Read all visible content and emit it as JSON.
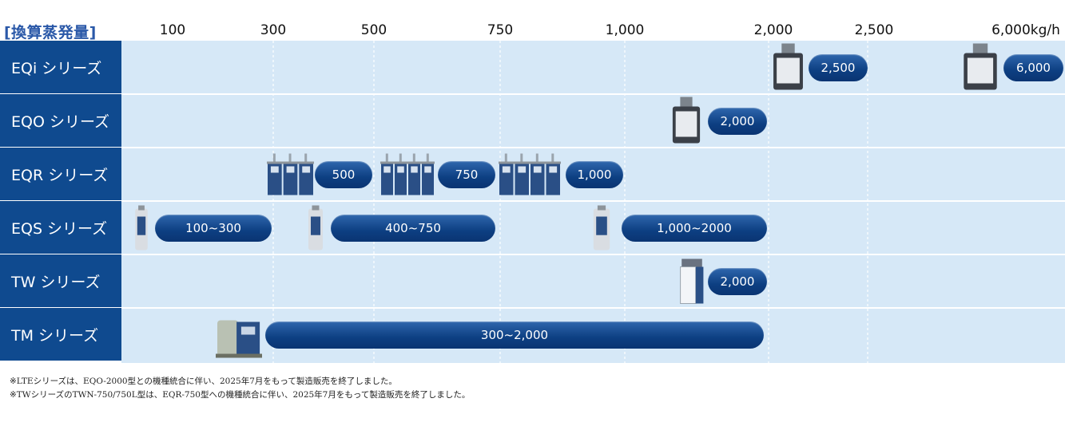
{
  "chart_data": {
    "type": "range",
    "ylabel": "[換算蒸発量]",
    "x_ticks": [
      "100",
      "300",
      "500",
      "750",
      "1,000",
      "2,000",
      "2,500",
      "6,000kg/h"
    ],
    "x_tick_values": [
      100,
      300,
      500,
      750,
      1000,
      2000,
      2500,
      6000
    ],
    "x_scale": "categorical",
    "grid": true,
    "series": [
      {
        "name": "EQi シリーズ",
        "ranges": [
          {
            "label": "2,500",
            "from": 2500,
            "to": 2500
          },
          {
            "label": "6,000",
            "from": 6000,
            "to": 6000
          }
        ]
      },
      {
        "name": "EQO シリーズ",
        "ranges": [
          {
            "label": "2,000",
            "from": 2000,
            "to": 2000
          }
        ]
      },
      {
        "name": "EQR シリーズ",
        "ranges": [
          {
            "label": "500",
            "from": 500,
            "to": 500
          },
          {
            "label": "750",
            "from": 750,
            "to": 750
          },
          {
            "label": "1,000",
            "from": 1000,
            "to": 1000
          }
        ]
      },
      {
        "name": "EQS シリーズ",
        "ranges": [
          {
            "label": "100~300",
            "from": 100,
            "to": 300
          },
          {
            "label": "400~750",
            "from": 400,
            "to": 750
          },
          {
            "label": "1,000~2000",
            "from": 1000,
            "to": 2000
          }
        ]
      },
      {
        "name": "TW シリーズ",
        "ranges": [
          {
            "label": "2,000",
            "from": 2000,
            "to": 2000
          }
        ]
      },
      {
        "name": "TM シリーズ",
        "ranges": [
          {
            "label": "300~2,000",
            "from": 300,
            "to": 2000
          }
        ]
      }
    ]
  },
  "colors": {
    "row_label_bg": "#0f4a8f",
    "plot_bg": "#d6e8f7",
    "pill": "#0d3f82",
    "axis_title": "#2a58a8"
  },
  "notes": [
    "※LTEシリーズは、EQO-2000型との機種統合に伴い、2025年7月をもって製造販売を終了しました。",
    "※TWシリーズのTWN-750/750L型は、EQR-750型への機種統合に伴い、2025年7月をもって製造販売を終了しました。"
  ]
}
